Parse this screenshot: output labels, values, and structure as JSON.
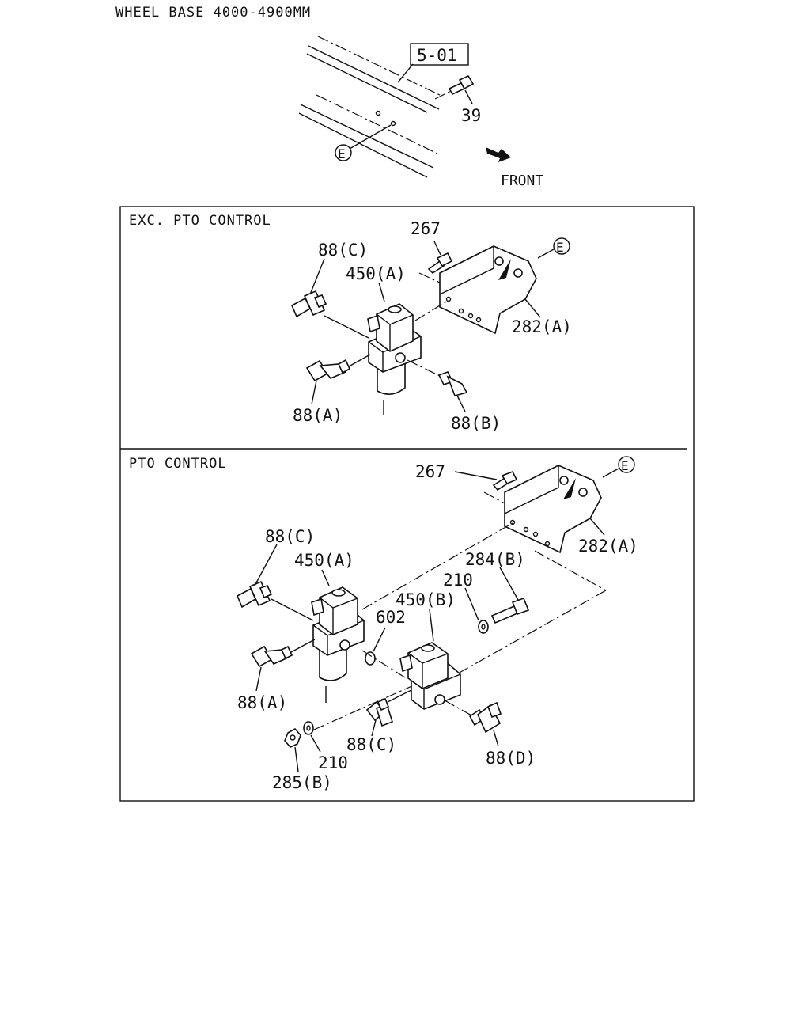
{
  "header": {
    "title": "WHEEL BASE 4000-4900MM"
  },
  "top": {
    "ref_box": "5-01",
    "bolt": "39",
    "mark": "E",
    "front": "FRONT"
  },
  "panel_exc": {
    "title": "EXC. PTO CONTROL",
    "mark": "E",
    "labels": {
      "bolt": "267",
      "fit_c": "88(C)",
      "valve": "450(A)",
      "bracket": "282(A)",
      "fit_a": "88(A)",
      "fit_b": "88(B)"
    }
  },
  "panel_pto": {
    "title": "PTO CONTROL",
    "mark": "E",
    "labels": {
      "bolt": "267",
      "bracket": "282(A)",
      "fit_c1": "88(C)",
      "valve_a": "450(A)",
      "bolt_b": "284(B)",
      "washer_top": "210",
      "valve_b": "450(B)",
      "ring": "602",
      "fit_a": "88(A)",
      "fit_c2": "88(C)",
      "fit_d": "88(D)",
      "washer_bottom": "210",
      "nut": "285(B)"
    }
  },
  "colors": {
    "ink": "#111111",
    "background": "#ffffff"
  }
}
